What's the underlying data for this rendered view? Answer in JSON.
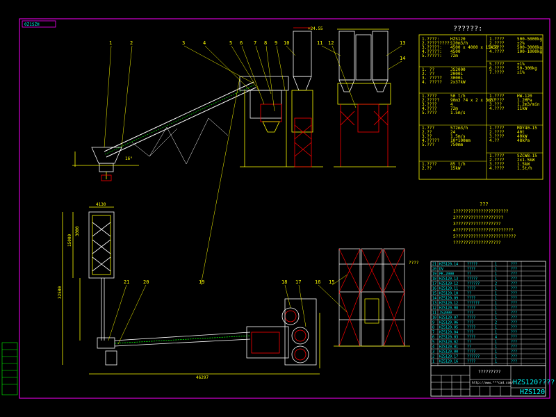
{
  "drawing": {
    "corner_tag": "0Z1SZH",
    "spec_title": "??????:",
    "notes_title": "???",
    "notes": [
      "1?????????????????????",
      "2???????????????????",
      "3??????????????????",
      "4???????????????????????",
      "5????????????????????????",
      "  ???????????????????"
    ],
    "callouts_top": [
      "1",
      "2",
      "3",
      "4",
      "5",
      "6",
      "7",
      "8",
      "9",
      "10",
      "11",
      "12",
      "13",
      "14"
    ],
    "callouts_bottom": [
      "21",
      "20",
      "19",
      "18",
      "17",
      "16",
      "15"
    ],
    "side_label": "????",
    "title_main": "HZS120????",
    "title_sub": "HZS120",
    "title_center": "?????????",
    "website": "http://www.***cad.com/",
    "dims": {
      "top_height": "+24.55",
      "total_length": "46297",
      "angle": "16°",
      "dim_left_1": "4130",
      "dim_left_2": "3000",
      "dim_left_3": "15000",
      "dim_left_4": "32500"
    }
  },
  "spec_blocks": [
    {
      "rows": [
        "1.????:",
        "2.?????????:",
        "3.?????:",
        "4.?????:",
        "5.?????:"
      ],
      "vals": [
        "HZS120",
        "120m3/h",
        "4500 x 4000 x 15450",
        "4500",
        "72m"
      ]
    },
    {
      "rows": [
        "1. ??",
        "2. ??",
        "3. ?????",
        "4. ?????"
      ],
      "vals": [
        "JS2000",
        "2000L",
        "3000L",
        "2x37kW"
      ]
    },
    {
      "rows": [
        "1.????",
        "2.?????",
        "3.????",
        "4.????",
        "5.????"
      ],
      "vals": [
        "50 t/h",
        "90m3 ?4 x 2 x 3m3?",
        "4",
        "72m",
        "1.5m/s"
      ]
    },
    {
      "rows": [
        "1.???",
        "2.??",
        "3.??",
        "4.?????",
        "5.???"
      ],
      "vals": [
        "572m3/h",
        "24",
        "1.5m/s",
        "10*100mm",
        "750mm"
      ]
    },
    {
      "rows": [
        "1.????",
        "2.??"
      ],
      "vals": [
        "85 t/h",
        "15kW"
      ]
    }
  ],
  "spec_right": [
    {
      "rows": [
        "1.????",
        "2.????",
        "3.????",
        "4.????"
      ],
      "vals": [
        "500-5000kg",
        "±2%",
        "500-3000kg",
        "100-1000kg"
      ]
    },
    {
      "rows": [
        "5.????",
        "6.????",
        "7.????"
      ],
      "vals": [
        "±1%",
        "50-300kg",
        "±1%"
      ]
    },
    {
      "rows": [
        "1.????",
        "2.????",
        "3.???",
        "4.????"
      ],
      "vals": [
        "HW-120",
        "1.2MPa",
        "1.2m3/min",
        "11kW"
      ]
    },
    {
      "rows": [
        "1.????",
        "2.????",
        "3.????",
        "4.??"
      ],
      "vals": [
        "MDY40-15",
        "40t",
        "40kW",
        "48kPa"
      ]
    },
    {
      "rows": [
        "1.????",
        "2.????",
        "3.????",
        "4.????"
      ],
      "vals": [
        "SZCW8-15",
        "2x1.5kW",
        "1.5kW",
        "1.5t/h"
      ]
    }
  ],
  "parts_header": [
    "?",
    "??",
    "??",
    "??",
    "??",
    "??"
  ],
  "parts": [
    [
      "21",
      "HZS120.14",
      "?????",
      "1",
      "???"
    ],
    [
      "20",
      "DV",
      "????",
      "1",
      "???"
    ],
    [
      "19",
      "PK-2000",
      "??",
      "1",
      "???"
    ],
    [
      "18",
      "HZS120.13",
      "?????",
      "1",
      "???"
    ],
    [
      "17",
      "HZS120-12",
      "??????",
      "2",
      "???"
    ],
    [
      "16",
      "HZS120.11",
      "????",
      "1",
      "???"
    ],
    [
      "15",
      "HZS120.10",
      "??",
      "1",
      "???"
    ],
    [
      "14",
      "HZS120.09",
      "????",
      "1",
      "???"
    ],
    [
      "13",
      "HZS120.12",
      "??????",
      "1",
      "???"
    ],
    [
      "12",
      "HZS120.08",
      "????",
      "1",
      "???"
    ],
    [
      "11",
      "JS2000",
      "???",
      "1",
      "???"
    ],
    [
      "10",
      "HZS120.07",
      "????",
      "1",
      "???"
    ],
    [
      "9",
      "HZS120.06",
      "???",
      "2",
      "???"
    ],
    [
      "8",
      "HZS120.05",
      "????",
      "1",
      "???"
    ],
    [
      "7",
      "HZS120.04",
      "???",
      "1",
      "???"
    ],
    [
      "6",
      "HZS120.03",
      "????",
      "4",
      "???"
    ],
    [
      "5",
      "HZS120.02",
      "??",
      "1",
      "???"
    ],
    [
      "4",
      "HZS120.01",
      "??",
      "1",
      "???"
    ],
    [
      "3",
      "HZS120.00",
      "????",
      "1",
      "???"
    ],
    [
      "2",
      "HZS120.17",
      "??????",
      "1",
      "???"
    ],
    [
      "1",
      "HZS120.16",
      "????",
      "1",
      "???"
    ]
  ],
  "colors": {
    "frame": "#ff00ff",
    "yellow": "#ffff00",
    "white": "#ffffff",
    "cyan": "#00ffff",
    "green": "#00ff00",
    "red": "#ff0000",
    "magenta": "#ff00ff",
    "blue": "#4060ff"
  }
}
